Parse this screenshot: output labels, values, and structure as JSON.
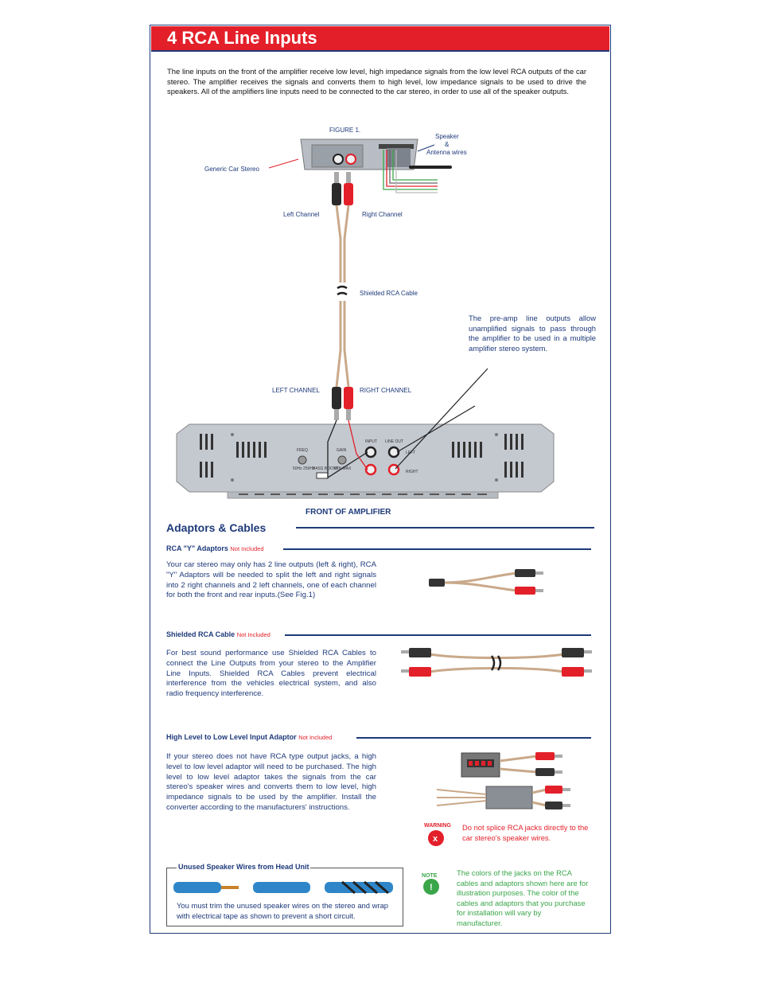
{
  "title": "4 RCA Line Inputs",
  "intro": "The line inputs on the front of the amplifier receive low level, high impedance signals from the low level RCA outputs of the car stereo. The amplifier receives the signals and converts them to high level, low impedance signals to be used to drive the speakers. All of the amplifiers line inputs need to be connected to the car stereo, in order to use all of the speaker outputs.",
  "figure": {
    "label": "FIGURE 1.",
    "speaker_line1": "Speaker",
    "speaker_line2": "&",
    "speaker_line3": "Antenna wires",
    "generic_stereo": "Generic Car Stereo",
    "left_channel": "Left Channel",
    "right_channel": "Right Channel",
    "shielded_cable": "Shielded RCA Cable",
    "left_channel_caps": "LEFT CHANNEL",
    "right_channel_caps": "RIGHT CHANNEL",
    "preamp_note": "The pre-amp line outputs allow unamplified signals to pass through the amplifier to be used in a multiple amplifier stereo system.",
    "caption": "FRONT OF AMPLIFIER",
    "amp_labels": {
      "freq": "FREQ",
      "gain": "GAIN",
      "input": "INPUT",
      "line_out": "LINE OUT",
      "left": "LEFT",
      "right": "RIGHT",
      "bass_boost": "BASS BOOST",
      "freq_range": "50Hz 250Hz",
      "gain_range": "MIN MAX"
    }
  },
  "adaptors": {
    "heading": "Adaptors & Cables",
    "y_adaptor": {
      "title": "RCA \"Y\" Adaptors",
      "not_included": "Not Included",
      "text": "Your car stereo may only has 2 line outputs (left & right), RCA \"Y\" Adaptors will be needed to split the left and right signals into 2 right channels and 2 left channels, one of each channel for both the front and rear inputs.(See Fig.1)"
    },
    "shielded": {
      "title": "Shielded RCA Cable",
      "not_included": "Not Included",
      "text": "For best sound performance use Shielded RCA Cables to connect the Line Outputs from your stereo to the Amplifier Line Inputs. Shielded RCA Cables prevent electrical interference from the vehicles electrical system, and also radio frequency interference."
    },
    "hi_lo": {
      "title": "High Level to Low Level  Input Adaptor",
      "not_included": "Not Included",
      "text": "If your stereo does not have RCA type output jacks, a high level to low level adaptor will need to be purchased. The high level to low level adaptor takes the signals from the car stereo's speaker wires and converts them to low level, high impedance signals to be used by the amplifier. Install the converter according to the manufacturers' instructions."
    },
    "warning_badge": "WARNING",
    "warning_text": "Do not splice RCA jacks directly to the car stereo's speaker wires.",
    "note_badge": "NOTE",
    "note_text": "The colors of the jacks on the RCA cables and adaptors shown here are for illustration purposes. The color of the cables and adaptors that you purchase for installation will vary by manufacturer."
  },
  "unused": {
    "title": "Unused Speaker Wires from Head Unit",
    "text": "You must trim the unused speaker wires on the stereo and wrap with electrical tape as shown to prevent a short circuit."
  },
  "colors": {
    "brand_red": "#e3202a",
    "brand_navy": "#1e3a7a",
    "note_green": "#3aa64a"
  }
}
